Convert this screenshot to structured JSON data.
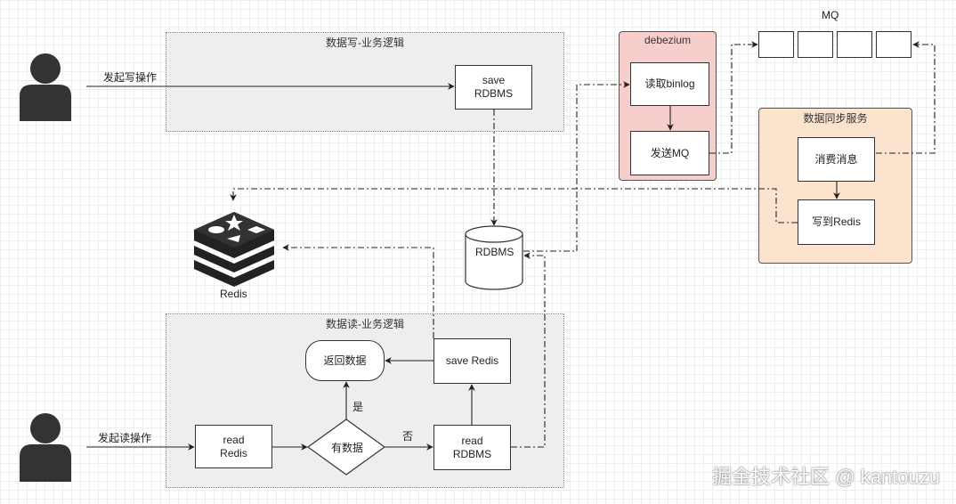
{
  "groups": {
    "write_title": "数据写-业务逻辑",
    "read_title": "数据读-业务逻辑",
    "debezium_title": "debezium",
    "sync_title": "数据同步服务"
  },
  "boxes": {
    "save_rdbms": "save\nRDBMS",
    "read_binlog": "读取binlog",
    "send_mq": "发送MQ",
    "consume_msg": "消费消息",
    "write_redis": "写到Redis",
    "return_data": "返回数据",
    "save_redis": "save Redis",
    "read_redis": "read\nRedis",
    "read_rdbms": "read\nRDBMS",
    "has_data": "有数据",
    "rdbms_db": "RDBMS"
  },
  "labels": {
    "mq": "MQ",
    "write_op": "发起写操作",
    "read_op": "发起读操作",
    "redis": "Redis",
    "yes": "是",
    "no": "否"
  },
  "watermark": "掘金技术社区 @ kantouzu",
  "icons": [
    "user-icon",
    "redis-logo-icon",
    "database-icon"
  ],
  "colors": {
    "group_bg": "#eeeeee",
    "debezium_bg": "#f8cecc",
    "sync_bg": "#fbe3cd",
    "redis_logo": "#222222",
    "stroke": "#333333"
  }
}
